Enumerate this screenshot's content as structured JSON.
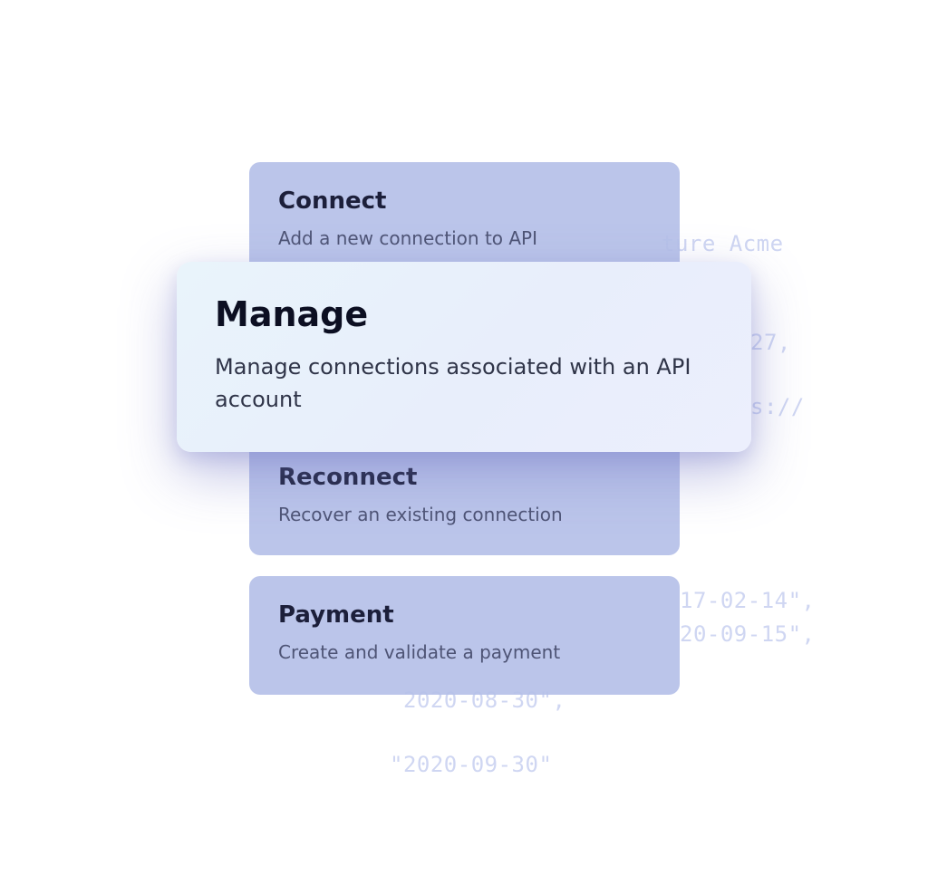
{
  "background_code": [
    "ture Acme",
    "27,",
    "s://",
    "17-02-14\",",
    "20-09-15\",",
    "2020-08-30\",",
    "\"2020-09-30\""
  ],
  "cards": {
    "connect": {
      "title": "Connect",
      "description": "Add a new connection to API"
    },
    "manage": {
      "title": "Manage",
      "description": "Manage connections associated with an API account"
    },
    "reconnect": {
      "title": "Reconnect",
      "description": "Recover an existing connection"
    },
    "payment": {
      "title": "Payment",
      "description": "Create and validate a payment"
    }
  },
  "colors": {
    "card_bg": "#b5c0e8",
    "highlight_card_bg": "#e9f2fb",
    "code_text": "#cfd6f2"
  }
}
